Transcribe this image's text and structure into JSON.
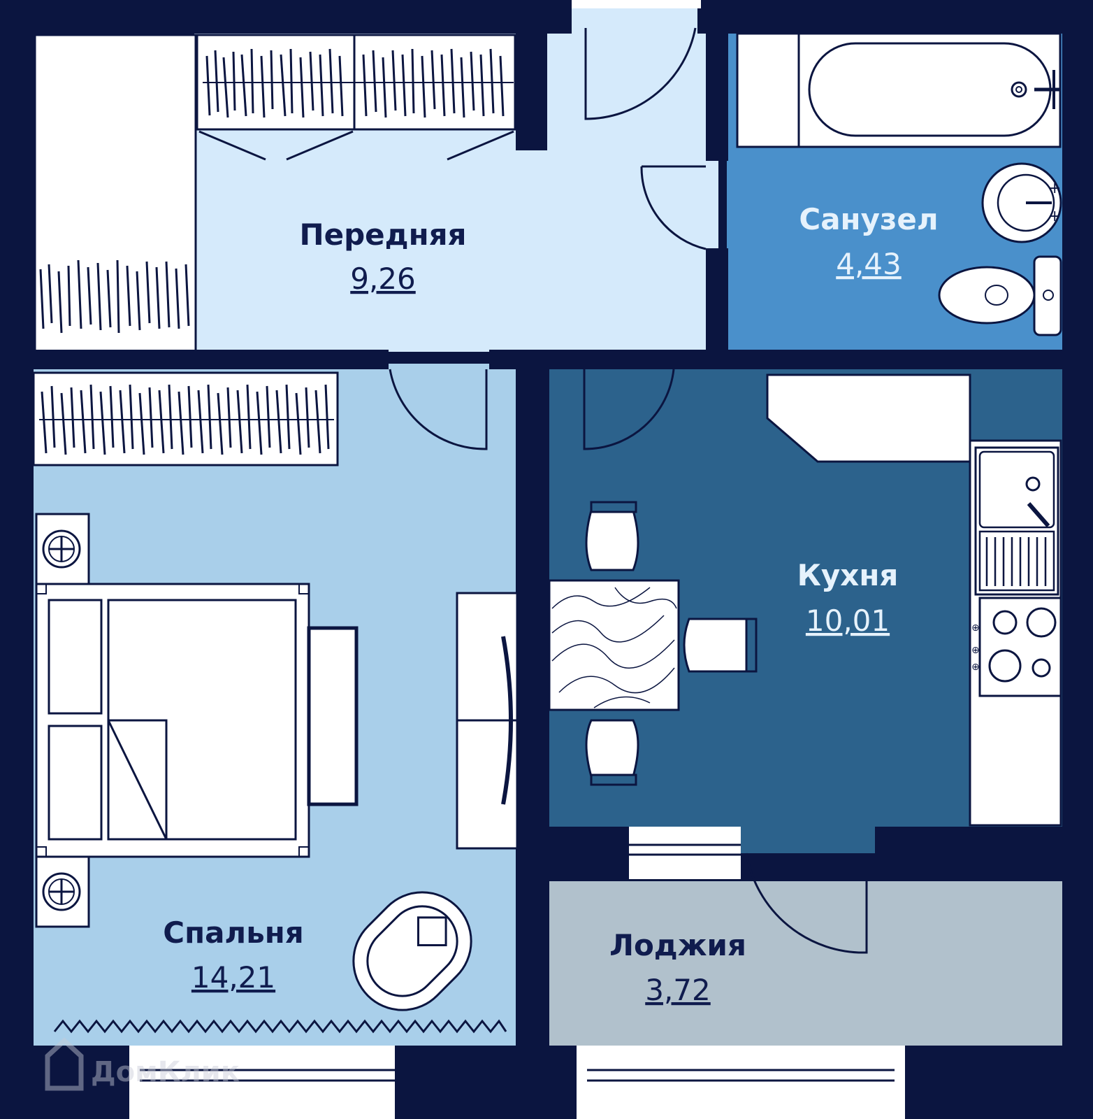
{
  "rooms": {
    "hallway": {
      "name": "Передняя",
      "area": "9,26"
    },
    "bathroom": {
      "name": "Санузел",
      "area": "4,43"
    },
    "kitchen": {
      "name": "Кухня",
      "area": "10,01"
    },
    "bedroom": {
      "name": "Спальня",
      "area": "14,21"
    },
    "loggia": {
      "name": "Лоджия",
      "area": "3,72"
    }
  },
  "watermark": {
    "text": "ДомКлик"
  },
  "colors": {
    "wall": "#0b1540",
    "hallway": "#d5eafb",
    "bathroom": "#4a90cb",
    "kitchen": "#2c628c",
    "bedroom": "#a9cfea",
    "loggia": "#b1c1cc",
    "label_dark": "#101c4e",
    "label_light": "#e6f2fc"
  }
}
